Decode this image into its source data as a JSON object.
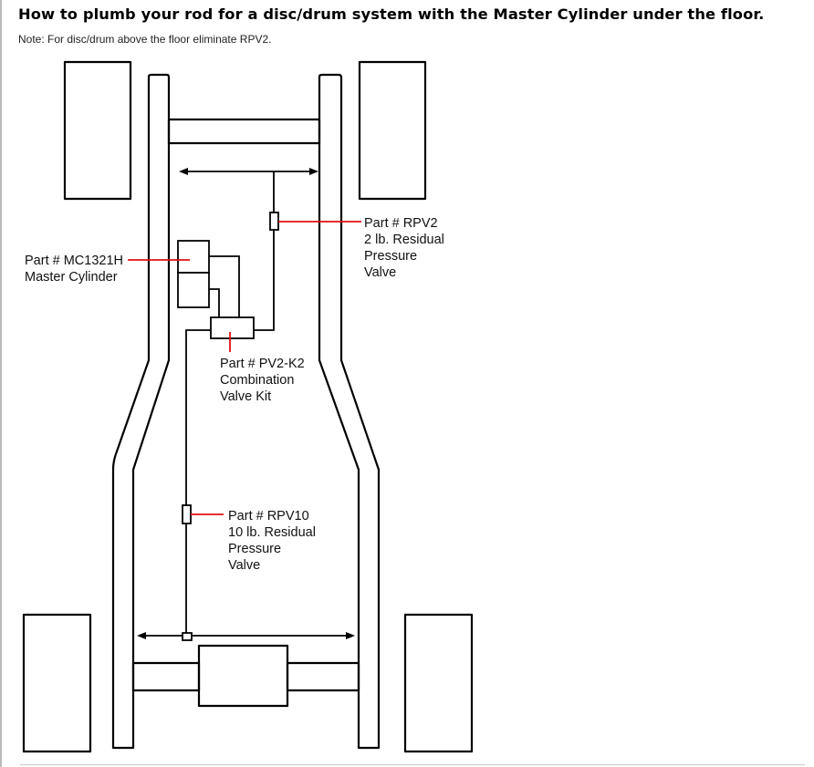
{
  "header": {
    "title": "How to plumb your rod for a disc/drum system with the Master Cylinder under the floor.",
    "note": "Note: For disc/drum above the floor eliminate RPV2."
  },
  "colors": {
    "callout_line": "#e01010",
    "outline": "#000000"
  },
  "parts": {
    "rpv2": {
      "lines": [
        "Part # RPV2",
        "2 lb. Residual",
        "Pressure",
        "Valve"
      ]
    },
    "mc1321h": {
      "lines": [
        "Part # MC1321H",
        "Master Cylinder"
      ]
    },
    "pv2k2": {
      "lines": [
        "Part # PV2-K2",
        "Combination",
        "Valve Kit"
      ]
    },
    "rpv10": {
      "lines": [
        "Part # RPV10",
        "10 lb. Residual",
        "Pressure",
        "Valve"
      ]
    }
  }
}
